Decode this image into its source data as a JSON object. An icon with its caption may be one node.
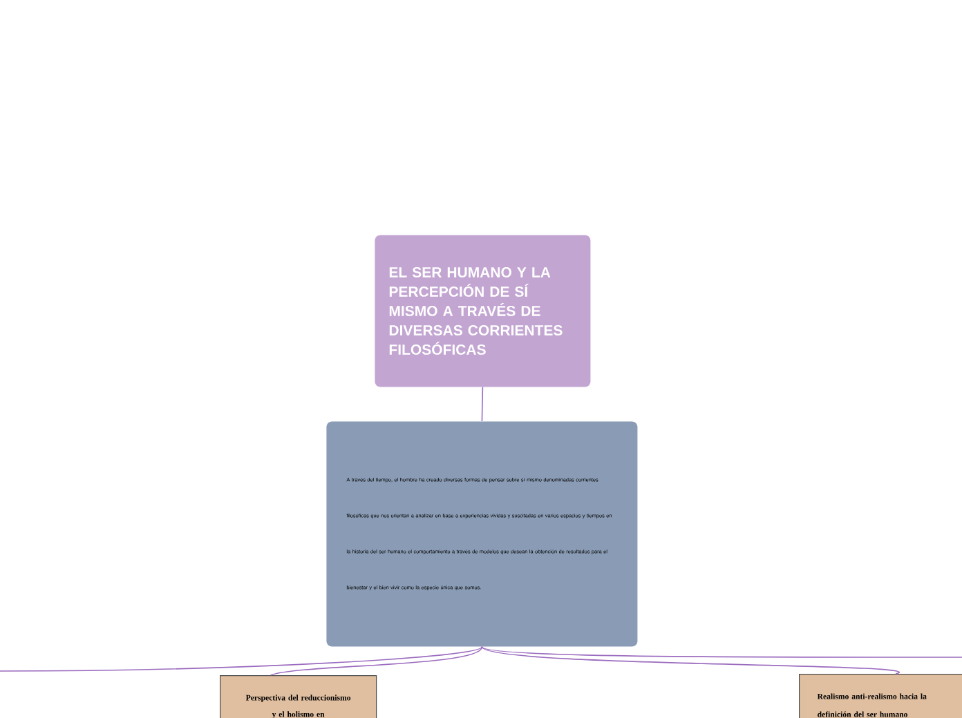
{
  "diagram": {
    "nodes": [
      {
        "text": [
          "EL SER HUMANO Y LA PERCEPCIÓN DE SÍ MISMO A TRAVÉS DE DIVERSAS CORRIENTES FILOSÓFICAS"
        ]
      },
      {
        "text": [
          "A través del tiempo, el hombre ha creado diversas formas de pensar sobre sí mismo denominadas corrientes filosóficas que nos orientan a analizar en base a experiencias vividas y suscitadas en varios espacios y tiempos en la historia del ser humano el comportamiento a través de modelos que desean la obtención de resultados para el bienestar y el bien vivir como la especie única que somos."
        ]
      },
      {
        "text": [
          "Perspectiva del reduccionismo y el holismo en"
        ]
      },
      {
        "text": [
          "Realismo anti-realismo hacia la definición del ser humano"
        ]
      }
    ],
    "edges": [
      {
        "from": 0,
        "to": 1,
        "arrow": "none"
      },
      {
        "from": 1,
        "to": null,
        "arrow": "none"
      },
      {
        "from": 1,
        "to": 2,
        "arrow": "none"
      },
      {
        "from": 1,
        "to": 3,
        "arrow": "none"
      },
      {
        "from": 1,
        "to": null,
        "arrow": "none"
      }
    ]
  }
}
